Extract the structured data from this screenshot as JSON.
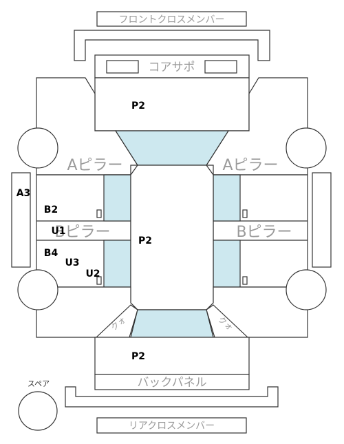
{
  "labels": {
    "front_cross_member": "フロントクロスメンバー",
    "core_support": "コアサポ",
    "a_pillar": "Aピラー",
    "b_pillar": "Bピラー",
    "back_panel": "バックパネル",
    "rear_cross_member": "リアクロスメンバー",
    "spare": "スペア",
    "quarter_left": "クォ",
    "quarter_right": "クォ"
  },
  "zones": {
    "p2_front": "P2",
    "p2_center": "P2",
    "p2_rear": "P2",
    "a3": "A3",
    "b2": "B2",
    "u1": "U1",
    "b4": "B4",
    "u3": "U3",
    "u2": "U2"
  },
  "colors": {
    "glass": "#cde8ef",
    "outline": "#333333",
    "label_gray": "#9a9a9a"
  }
}
